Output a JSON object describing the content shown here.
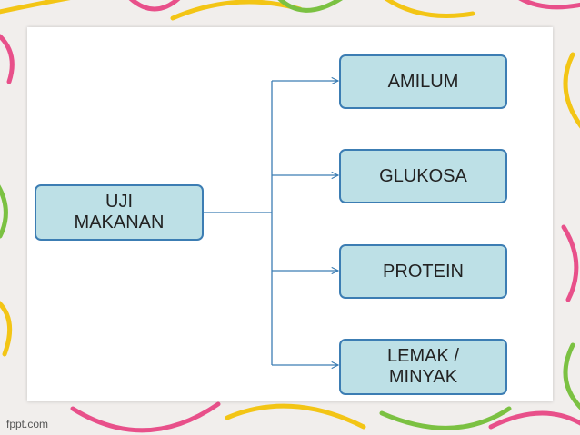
{
  "diagram": {
    "root": {
      "label": "UJI\nMAKANAN"
    },
    "children": [
      {
        "label": "AMILUM"
      },
      {
        "label": "GLUKOSA"
      },
      {
        "label": "PROTEIN"
      },
      {
        "label": "LEMAK /\nMINYAK"
      }
    ]
  },
  "colors": {
    "node_fill": "#bde0e6",
    "node_border": "#3c7db3",
    "connector": "#3c7db3"
  },
  "watermark": {
    "text": "fppt.com"
  }
}
